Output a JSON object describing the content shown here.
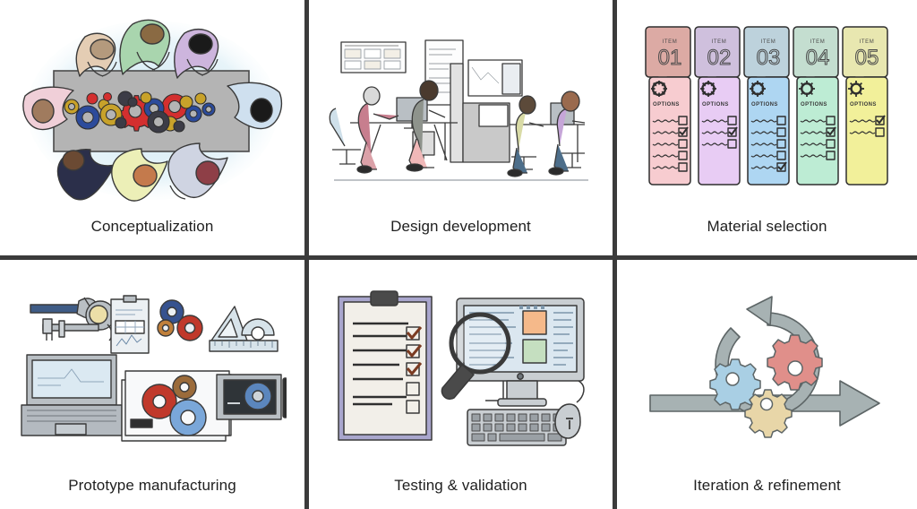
{
  "infographic": {
    "title_alt": "Product development process stages",
    "background": "#ffffff",
    "divider_color": "#3b3b3b",
    "caption_color": "#1f1f1f"
  },
  "cells": [
    {
      "id": "conceptualization",
      "label": "Conceptualization",
      "illustration": "team-meeting-table-gears",
      "description": "Top view of eight people seated around a gray conference table covered with interlocking gears",
      "palette": {
        "glow": "#d7edf5",
        "table": "#b3b3b3",
        "gear_red": "#d32f2f",
        "gear_blue": "#2c4b9b",
        "gear_gold": "#c8a22a",
        "gear_dark": "#3c3c46"
      }
    },
    {
      "id": "design-development",
      "label": "Design development",
      "illustration": "office-workstations-people",
      "description": "Four people working at desks with monitors, whiteboards and pinned design boards",
      "palette": {
        "shirt_pink": "#c77e8e",
        "shirt_gray": "#8e938c",
        "shirt_olive": "#d9dba6",
        "shirt_lilac": "#c6a6d8",
        "jeans": "#4d6e8a",
        "partition": "#bdbdbd"
      }
    },
    {
      "id": "material-selection",
      "label": "Material selection",
      "illustration": "five-option-cards",
      "description": "Five colored option cards numbered ITEM 01 to ITEM 05, each with a gear icon, OPTIONS heading and checkbox list",
      "cards": [
        {
          "item_label": "ITEM",
          "number": "01",
          "options_label": "OPTIONS",
          "header_color": "#dcaaa4",
          "body_color": "#f7ccd0",
          "rows": 5,
          "checked": [
            2
          ]
        },
        {
          "item_label": "ITEM",
          "number": "02",
          "options_label": "OPTIONS",
          "header_color": "#cfc0dd",
          "body_color": "#e8ccf4",
          "rows": 3,
          "checked": [
            2
          ]
        },
        {
          "item_label": "ITEM",
          "number": "03",
          "options_label": "OPTIONS",
          "header_color": "#bdd2dc",
          "body_color": "#aed6f2",
          "rows": 5,
          "checked": [
            5
          ]
        },
        {
          "item_label": "ITEM",
          "number": "04",
          "options_label": "OPTIONS",
          "header_color": "#c4ded0",
          "body_color": "#bdecd4",
          "rows": 4,
          "checked": [
            2
          ]
        },
        {
          "item_label": "ITEM",
          "number": "05",
          "options_label": "OPTIONS",
          "header_color": "#e8e7b0",
          "body_color": "#f2f09a",
          "rows": 2,
          "checked": [
            1
          ]
        }
      ]
    },
    {
      "id": "prototype-manufacturing",
      "label": "Prototype manufacturing",
      "illustration": "tools-laptop-blueprints",
      "description": "Laptop, hammer, caliper, tape measure, clipboard, gears, set square, protractor, drawing tablet and stylus",
      "palette": {
        "metal": "#b9bfc4",
        "hammer_blue": "#3f5c86",
        "gear_red": "#c0392b",
        "gear_blue": "#7aa7d9",
        "gear_navy": "#36528f",
        "paper": "#eceff1"
      }
    },
    {
      "id": "testing-validation",
      "label": "Testing & validation",
      "illustration": "clipboard-checklist-monitor-magnifier",
      "description": "Clipboard checklist with three ticked and two empty boxes beside a desktop monitor under a magnifying glass, with keyboard and mouse",
      "checklist": {
        "total_items": 5,
        "checked_items": 3
      },
      "palette": {
        "clip_frame": "#a9a6cd",
        "paper": "#f2efe9",
        "screen": "#dbe7f0",
        "tick": "#7b3b22",
        "accent_orange": "#f5b98a",
        "accent_green": "#c5dfc0",
        "device_gray": "#c9ced2"
      }
    },
    {
      "id": "iteration-refinement",
      "label": "Iteration & refinement",
      "illustration": "circular-arrow-gears-timeline",
      "description": "Gray circular loop arrow containing three gears above a long horizontal arrow pointing right",
      "palette": {
        "arrow": "#a7b2b3",
        "arrow_stroke": "#5d6566",
        "gear_blue": "#a9cfe4",
        "gear_red": "#e08f8a",
        "gear_tan": "#e8d6a8"
      }
    }
  ]
}
